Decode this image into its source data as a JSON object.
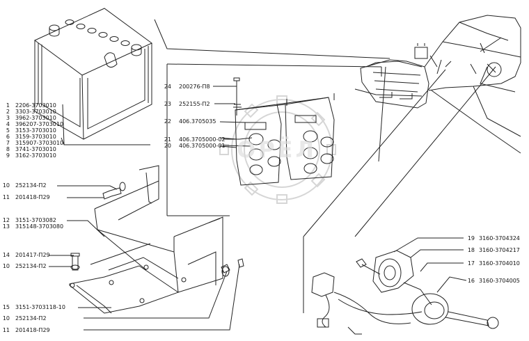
{
  "callouts": [
    {
      "num": "1",
      "part": "2206-3703010"
    },
    {
      "num": "2",
      "part": "3303-3703010"
    },
    {
      "num": "3",
      "part": "3962-3703010"
    },
    {
      "num": "4",
      "part": "396207-3703010"
    },
    {
      "num": "5",
      "part": "3153-3703010"
    },
    {
      "num": "6",
      "part": "3159-3703010"
    },
    {
      "num": "7",
      "part": "315907-3703010"
    },
    {
      "num": "8",
      "part": "3741-3703010"
    },
    {
      "num": "9",
      "part": "3162-3703010"
    },
    {
      "num": "10",
      "part": "252134-П2"
    },
    {
      "num": "11",
      "part": "201418-П29"
    },
    {
      "num": "12",
      "part": "3151-3703082"
    },
    {
      "num": "13",
      "part": "315148-3703080"
    },
    {
      "num": "14",
      "part": "201417-П29"
    },
    {
      "num": "10",
      "part": "252134-П2"
    },
    {
      "num": "15",
      "part": "3151-3703118-10"
    },
    {
      "num": "10",
      "part": "252134-П2"
    },
    {
      "num": "11",
      "part": "201418-П29"
    },
    {
      "num": "24",
      "part": "200276-П8"
    },
    {
      "num": "23",
      "part": "252155-П2"
    },
    {
      "num": "22",
      "part": "406.3705035"
    },
    {
      "num": "21",
      "part": "406.3705000-02"
    },
    {
      "num": "20",
      "part": "406.3705000-01"
    },
    {
      "num": "19",
      "part": "3160-3704324"
    },
    {
      "num": "18",
      "part": "3160-3704217"
    },
    {
      "num": "17",
      "part": "3160-3704010"
    },
    {
      "num": "16",
      "part": "3160-3704005"
    }
  ],
  "watermark": "ОРЁЛ",
  "colors": {
    "line": "#222222",
    "watermark": "#d9d9d9"
  }
}
